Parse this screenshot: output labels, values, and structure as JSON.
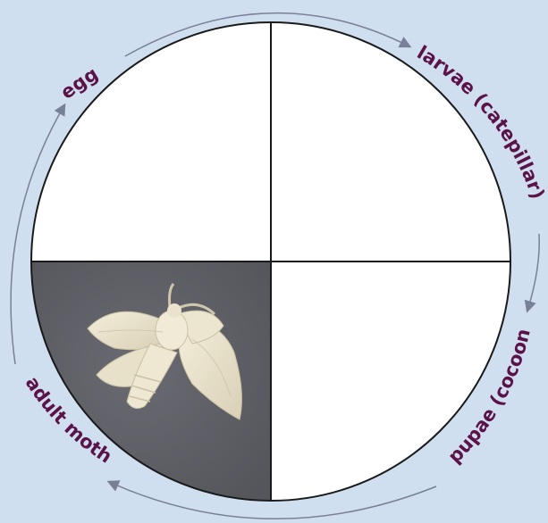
{
  "stages": [
    {
      "id": "egg",
      "label": "egg"
    },
    {
      "id": "larvae",
      "label": "larvae (catepillar)"
    },
    {
      "id": "pupae",
      "label": "pupae (cocoon)"
    },
    {
      "id": "adult",
      "label": "adult moth"
    }
  ],
  "quadrant_images": {
    "adult": "silk-moth"
  },
  "colors": {
    "background": "#d0dff0",
    "label": "#5a1248",
    "arrow": "#7a7f98",
    "circle_stroke": "#1a1a1a",
    "quadrant_fill": "#ffffff",
    "moth_quadrant_fill": "#5f5f66"
  }
}
